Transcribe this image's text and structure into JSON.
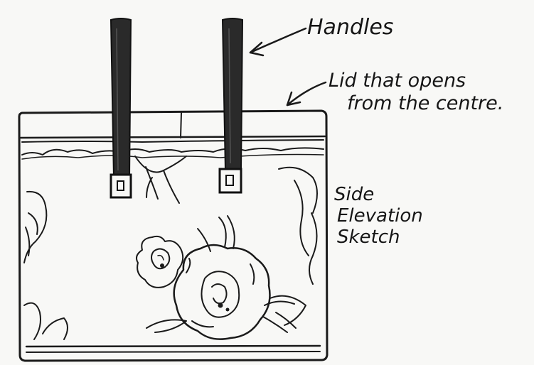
{
  "annotations": {
    "handles": "Handles",
    "lid_line1": "Lid that opens",
    "lid_line2": "from the centre.",
    "side_line1": "Side",
    "side_line2": "Elevation",
    "side_line3": "Sketch"
  },
  "colors": {
    "paper": "#f8f8f6",
    "ink": "#1a1a1a",
    "handle_fill": "#2a2a2a"
  }
}
